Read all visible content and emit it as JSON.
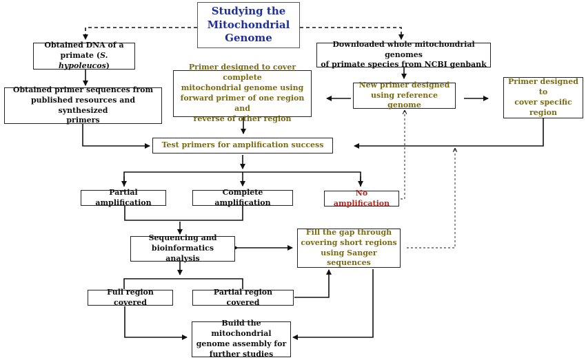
{
  "title": {
    "line1": "Studying the",
    "line2": "Mitochondrial",
    "line3": "Genome"
  },
  "nodes": {
    "obtained_dna": {
      "text": "Obtained DNA of a primate (",
      "species": "S. hypoleucos",
      "text_end": ")"
    },
    "downloaded": {
      "line1": "Downloaded whole mitochondrial genomes",
      "line2": "of primate species from NCBI genbank"
    },
    "obtained_primer": {
      "line1": "Obtained primer sequences from",
      "line2": "published resources and synthesized",
      "line3": "primers"
    },
    "primer_complete": {
      "line1": "Primer designed to cover complete",
      "line2": "mitochondrial genome using",
      "line3": "forward primer of one region and",
      "line4": "reverse of other region"
    },
    "new_primer": {
      "line1": "New primer designed",
      "line2": "using reference genome"
    },
    "primer_specific": {
      "line1": "Primer designed to",
      "line2": "cover specific",
      "line3": "region"
    },
    "test_primers": {
      "text": "Test primers for amplification success"
    },
    "partial_amp": {
      "text": "Partial amplification"
    },
    "complete_amp": {
      "text": "Complete amplification"
    },
    "no_amp": {
      "text": "No amplification"
    },
    "sequencing": {
      "line1": "Sequencing and",
      "line2": "bioinformatics analysis"
    },
    "fill_gap": {
      "line1": "Fill the gap through",
      "line2": "covering short regions",
      "line3": "using Sanger sequences"
    },
    "full_region": {
      "text": "Full region covered"
    },
    "partial_region": {
      "text": "Partial region covered"
    },
    "build": {
      "line1": "Build the mitochondrial",
      "line2": "genome assembly for",
      "line3": "further studies"
    }
  },
  "colors": {
    "title": "#1f2f9e",
    "olive": "#7a6a14",
    "red": "#b3261e",
    "line": "#111111"
  }
}
